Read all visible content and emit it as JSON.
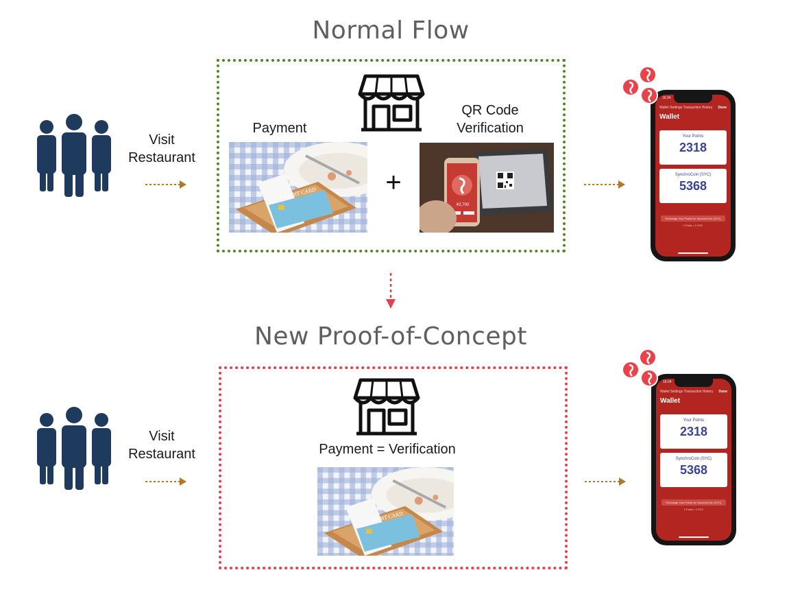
{
  "normal_flow": {
    "title": "Normal Flow",
    "visit_label": [
      "Visit",
      "Restaurant"
    ],
    "payment_label": "Payment",
    "plus": "+",
    "qr_label": [
      "QR Code",
      "Verification"
    ],
    "photo_card_text": "CREDIT CARD",
    "photo_phone_price": "¥2,700"
  },
  "poc": {
    "title": "New Proof-of-Concept",
    "visit_label": [
      "Visit",
      "Restaurant"
    ],
    "payment_label": "Payment = Verification",
    "photo_card_text": "CREDIT CARD"
  },
  "wallet_app": {
    "status_time": "16:24",
    "nav_left": "Wallet Settings  Transaction History",
    "nav_right": "Done",
    "title": "Wallet",
    "points_label": "Your Points",
    "points_value": "2318",
    "coin_label": "SynchroCoin (SYC)",
    "coin_value": "5368",
    "exchange_button": "Exchange Your Points for SynchroCoin (SYC)",
    "rate": "1 Point = 1 SYC"
  },
  "colors": {
    "title_gray": "#5f5f5f",
    "normal_border": "#4e8a1f",
    "poc_border": "#e2414d",
    "arrow_brown": "#b0782c",
    "arrow_red": "#e2414d",
    "people_navy": "#1e3a5c",
    "wallet_red": "#b22520",
    "coin_red": "#e8424a"
  },
  "icons": [
    "people-icon",
    "store-icon",
    "arrow-right-icon",
    "arrow-down-icon",
    "synchrocoin-icon"
  ]
}
